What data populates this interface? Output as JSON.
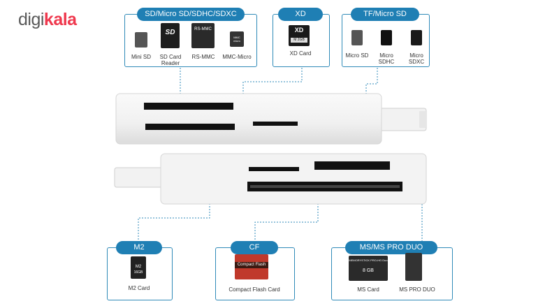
{
  "brand": {
    "part1": "digi",
    "part2": "kala"
  },
  "groups": {
    "sd": {
      "title": "SD/Micro SD/SDHC/SDXC",
      "items": [
        "Mini SD",
        "SD Card Reader",
        "RS-MMC",
        "MMC-Micro"
      ],
      "card_text": {
        "sd_logo": "SD",
        "rsmmc": "RS-MMC",
        "mmcmicro": "MMC micro"
      }
    },
    "xd": {
      "title": "XD",
      "items": [
        "XD Card"
      ],
      "card_text": {
        "xd_logo": "XD",
        "xd_size": "M 2GB"
      }
    },
    "tf": {
      "title": "TF/Micro SD",
      "items": [
        "Micro SD",
        "Micro SDHC",
        "Micro SDXC"
      ]
    },
    "m2": {
      "title": "M2",
      "items": [
        "M2 Card"
      ],
      "card_text": {
        "m2_label": "M2",
        "m2_size": "16GB"
      }
    },
    "cf": {
      "title": "CF",
      "items": [
        "Compact Flash Card"
      ],
      "card_text": {
        "cf_label": "Compact Flash"
      }
    },
    "ms": {
      "title": "MS/MS PRO DUO",
      "items": [
        "MS Card",
        "MS PRO DUO"
      ],
      "card_text": {
        "ms_label": "MEMORYSTICK PRO-HG Duo",
        "ms_size": "8 GB"
      }
    }
  },
  "colors": {
    "accent": "#1f7fb4",
    "line": "#2f8ab8",
    "brand_red": "#ef394e"
  }
}
